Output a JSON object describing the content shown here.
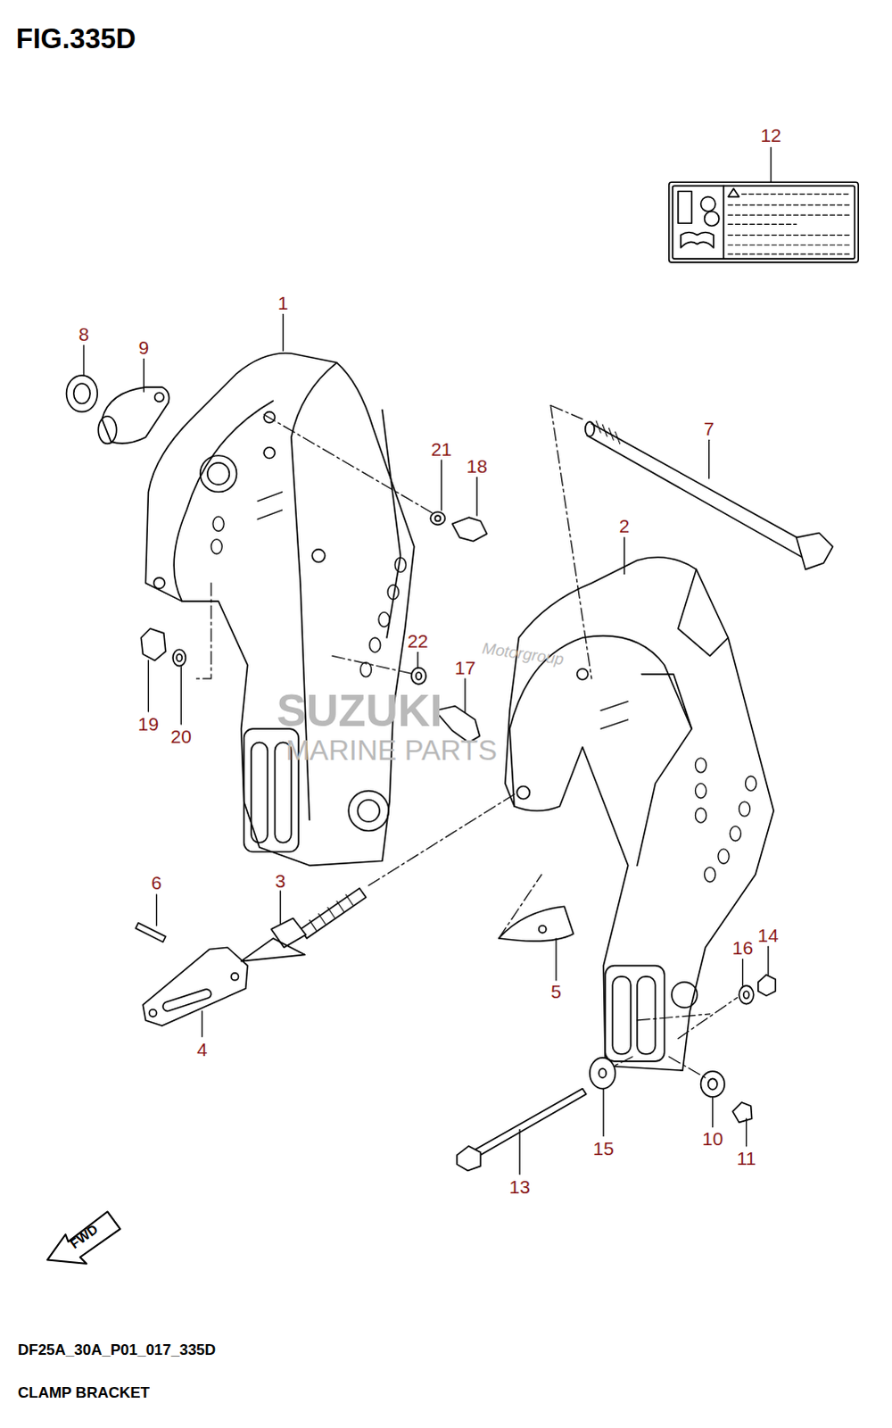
{
  "diagram": {
    "title": "FIG.335D",
    "caption": "CLAMP BRACKET",
    "labels": [
      "1",
      "2",
      "3",
      "4",
      "5",
      "6",
      "7",
      "8",
      "9",
      "10",
      "11",
      "12",
      "13",
      "14",
      "15",
      "16",
      "17",
      "18",
      "19",
      "20",
      "21",
      "22",
      "Motorgroup",
      "SUZUKI",
      "MARINE PARTS",
      "FWD",
      "DF25A_30A_P01_017_335D"
    ]
  }
}
